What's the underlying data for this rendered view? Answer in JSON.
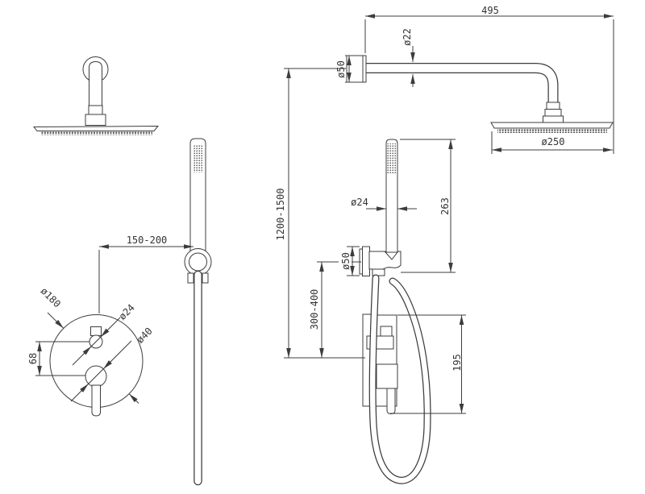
{
  "meta": {
    "type": "technical-installation-drawing",
    "subject": "concealed shower system with rain head, hand shower and mixer valve",
    "background": "#ffffff",
    "line_color": "#3c3c3c",
    "text_color": "#333333"
  },
  "dim": {
    "arm_length": "495",
    "arm_diameter": "ø22",
    "flange_diameter": "ø50",
    "head_diameter": "ø250",
    "install_height": "1200-1500",
    "wand_diameter": "ø24",
    "wand_length": "263",
    "holder_diameter": "ø50",
    "holder_to_valve": "300-400",
    "valve_height": "195",
    "holder_offset": "150-200",
    "valve_diameter": "ø180",
    "diverter_diameter": "ø24",
    "handle_diameter": "ø40",
    "control_spacing": "68"
  }
}
